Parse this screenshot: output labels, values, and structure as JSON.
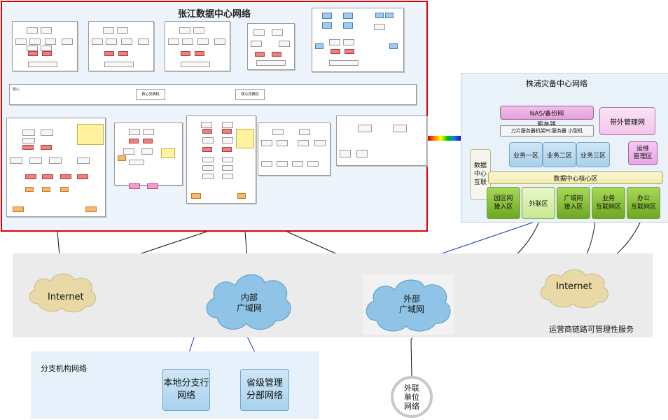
{
  "zhangjiang": {
    "title": "张江数据中心网络",
    "core_switch_label": "核心交换机",
    "core_left_label": "核心"
  },
  "zhupu": {
    "title": "株浦灾备中心网络",
    "nas": "NAS/备份网",
    "server": "服务器",
    "blade": "刀片服务器机架PC服务器 小型机",
    "oob": "带外管理网",
    "ops": "运维\n管理区",
    "dci": "数据\n中心\n互联",
    "zone1": "业务一区",
    "zone2": "业务二区",
    "zone3": "业务三区",
    "core": "数据中心核心区",
    "campus": "园区网\n接入区",
    "extranet": "外联区",
    "wan_access": "广域网\n接入区",
    "biz_inet": "业务\n互联网区",
    "office_inet": "办公\n互联网区"
  },
  "clouds": {
    "internet_left": "Internet",
    "internal_wan": "内部\n广域网",
    "external_wan": "外部\n广域网",
    "internet_right": "Internet"
  },
  "carrier_label": "运营商链路可管理性服务",
  "branch": {
    "title": "分支机构网络",
    "local_branch": "本地分支行\n网络",
    "provincial": "省级管理\n分部网络"
  },
  "external_unit": "外联\n单位\n网络",
  "colors": {
    "zhangjiang_border": "#e00000",
    "cloud_internet": "#e8d9a6",
    "cloud_wan": "#8fc4e6",
    "link_blue": "#2030d0"
  }
}
